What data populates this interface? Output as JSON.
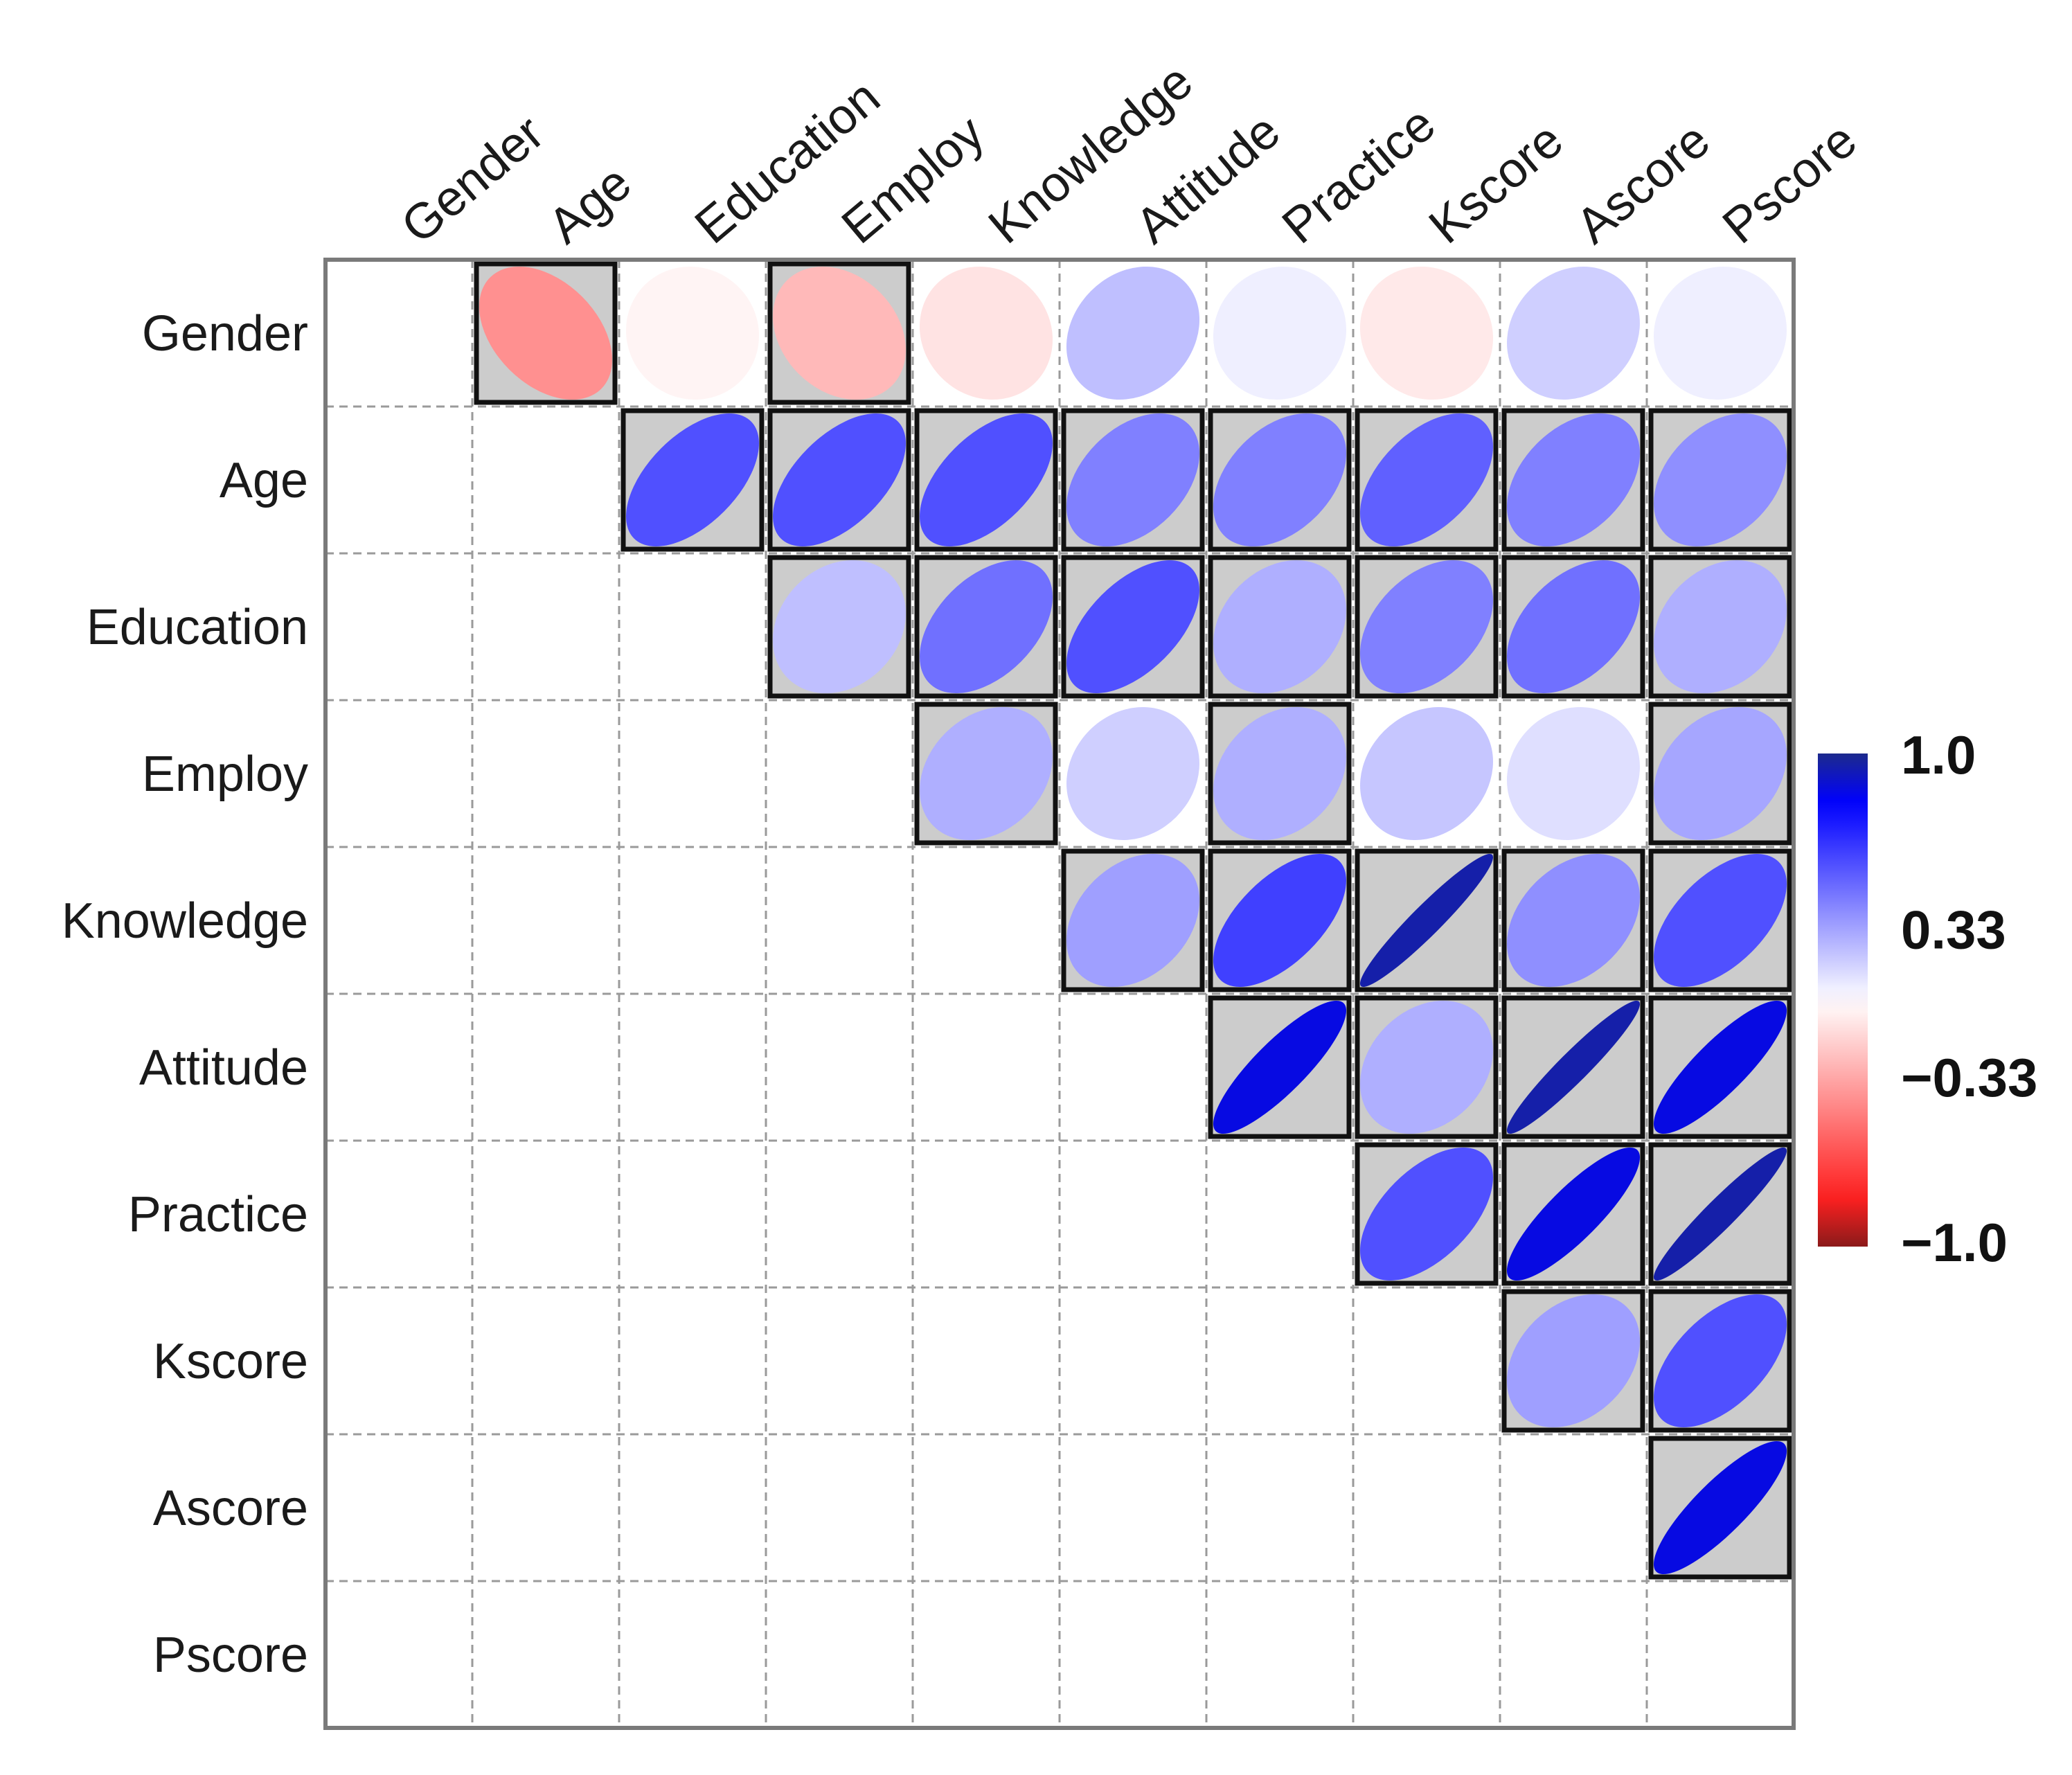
{
  "chart_data": {
    "type": "heatmap",
    "title": "",
    "xlabel": "",
    "ylabel": "",
    "variables": [
      "Gender",
      "Age",
      "Education",
      "Employ",
      "Knowledge",
      "Attitude",
      "Practice",
      "Kscore",
      "Ascore",
      "Pscore"
    ],
    "layout": "upper-triangle",
    "glyph": "ellipse",
    "value_range": [
      -1.0,
      1.0
    ],
    "colorbar": {
      "tick_labels": [
        "1.0",
        "0.33",
        "−0.33",
        "−1.0"
      ],
      "tick_values": [
        1.0,
        0.33,
        -0.33,
        -1.0
      ],
      "colors": {
        "neg_max": "#8b1a1a",
        "neg_mid": "#ff2020",
        "zero": "#ffffff",
        "pos_mid": "#0000ff",
        "pos_max": "#1c2a8c"
      }
    },
    "highlight_color": "#cccccc",
    "grid": true,
    "correlations": [
      [
        null,
        -0.4,
        -0.04,
        -0.25,
        -0.1,
        0.2,
        0.05,
        -0.08,
        0.15,
        0.05
      ],
      [
        null,
        null,
        0.55,
        0.55,
        0.55,
        0.4,
        0.4,
        0.5,
        0.4,
        0.35
      ],
      [
        null,
        null,
        null,
        0.2,
        0.45,
        0.55,
        0.25,
        0.4,
        0.45,
        0.25
      ],
      [
        null,
        null,
        null,
        null,
        0.25,
        0.15,
        0.25,
        0.18,
        0.1,
        0.28
      ],
      [
        null,
        null,
        null,
        null,
        null,
        0.3,
        0.6,
        0.95,
        0.35,
        0.55
      ],
      [
        null,
        null,
        null,
        null,
        null,
        null,
        0.85,
        0.25,
        0.95,
        0.85
      ],
      [
        null,
        null,
        null,
        null,
        null,
        null,
        null,
        0.55,
        0.85,
        0.95
      ],
      [
        null,
        null,
        null,
        null,
        null,
        null,
        null,
        null,
        0.3,
        0.55
      ],
      [
        null,
        null,
        null,
        null,
        null,
        null,
        null,
        null,
        null,
        0.85
      ],
      [
        null,
        null,
        null,
        null,
        null,
        null,
        null,
        null,
        null,
        null
      ]
    ],
    "significant": [
      [
        false,
        true,
        false,
        true,
        false,
        false,
        false,
        false,
        false,
        false
      ],
      [
        false,
        false,
        true,
        true,
        true,
        true,
        true,
        true,
        true,
        true
      ],
      [
        false,
        false,
        false,
        true,
        true,
        true,
        true,
        true,
        true,
        true
      ],
      [
        false,
        false,
        false,
        false,
        true,
        false,
        true,
        false,
        false,
        true
      ],
      [
        false,
        false,
        false,
        false,
        false,
        true,
        true,
        true,
        true,
        true
      ],
      [
        false,
        false,
        false,
        false,
        false,
        false,
        true,
        true,
        true,
        true
      ],
      [
        false,
        false,
        false,
        false,
        false,
        false,
        false,
        true,
        true,
        true
      ],
      [
        false,
        false,
        false,
        false,
        false,
        false,
        false,
        false,
        true,
        true
      ],
      [
        false,
        false,
        false,
        false,
        false,
        false,
        false,
        false,
        false,
        true
      ],
      [
        false,
        false,
        false,
        false,
        false,
        false,
        false,
        false,
        false,
        false
      ]
    ]
  }
}
